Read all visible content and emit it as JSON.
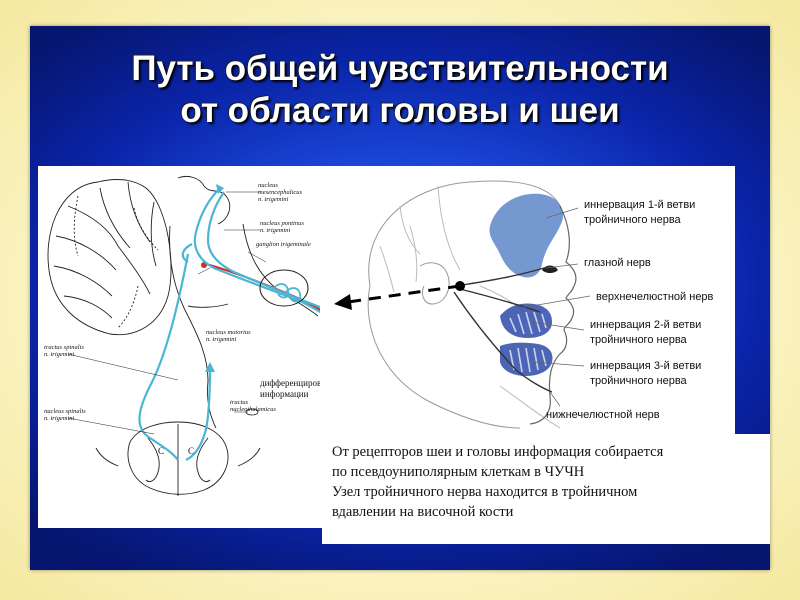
{
  "title": {
    "line1": "Путь общей чувствительности",
    "line2": "от области головы и шеи"
  },
  "left_diagram": {
    "labels": {
      "nucleus_mesencephalicus_1": "nucleus",
      "nucleus_mesencephalicus_2": "mesencephalicus",
      "nucleus_mesencephalicus_3": "n. trigemini",
      "nucleus_pontinus_1": "nucleus pontinus",
      "nucleus_pontinus_2": "n. trigemini",
      "ganglion": "ganglion trigeminale",
      "nucleus_motorius_1": "nucleus motorius",
      "nucleus_motorius_2": "n. trigemini",
      "tractus_spinalis_1": "tractus spinalis",
      "tractus_spinalis_2": "n. trigemini",
      "differentiation_1": "дифференцировка",
      "differentiation_2": "информации",
      "tractus_nucleothalamicus_1": "tractus",
      "tractus_nucleothalamicus_2": "nucleothalamicus",
      "nucleus_spinalis_1": "nucleus spinalis",
      "nucleus_spinalis_2": "n. trigemini",
      "segment_left": "C",
      "segment_right": "C"
    }
  },
  "right_diagram": {
    "labels": {
      "v1_line1": "иннервация 1-й ветви",
      "v1_line2": "тройничного нерва",
      "ophthalmic": "глазной нерв",
      "maxillary": "верхнечелюстной нерв",
      "v2_line1": "иннервация 2-й ветви",
      "v2_line2": "тройничного нерва",
      "v3_line1": "иннервация 3-й ветви",
      "v3_line2": "тройничного нерва",
      "mandibular": "нижнечелюстной нерв"
    }
  },
  "info": {
    "lines": [
      "От рецепторов шеи и головы информация собирается",
      "по псевдоуниполярным клеткам в ЧУЧН",
      "Узел тройничного нерва находится в тройничном",
      "вдавлении на височной кости"
    ]
  },
  "colors": {
    "pathway": "#4ab6d3",
    "motor_tract": "#d42a2a",
    "v1_zone": "#5e86c9",
    "v2_v3_zone": "#2e4aa8",
    "arrow": "#000000",
    "slide_center": "#3c7bff",
    "slide_edge": "#061670"
  }
}
